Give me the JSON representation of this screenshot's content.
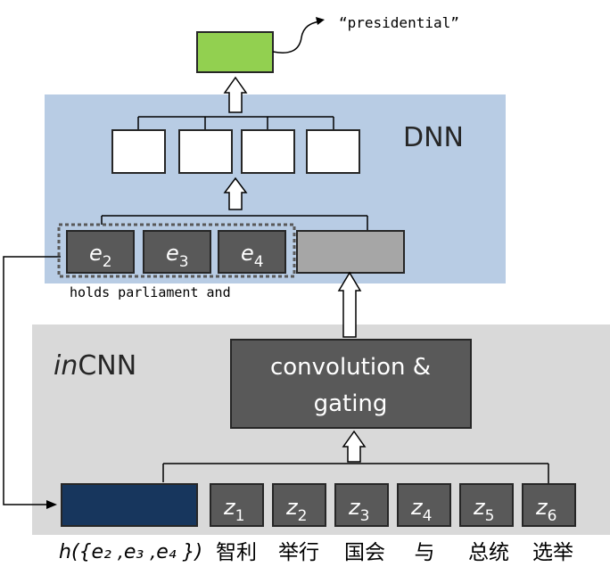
{
  "output": {
    "label": "“presidential”",
    "box_color": "#92d050"
  },
  "dnn": {
    "title": "DNN",
    "panel_color": "#b8cce4",
    "hidden_units": 4
  },
  "phrase": {
    "embeddings": [
      {
        "symbol": "e",
        "sub": "2"
      },
      {
        "symbol": "e",
        "sub": "3"
      },
      {
        "symbol": "e",
        "sub": "4"
      }
    ],
    "text": "holds parliament and"
  },
  "incnn": {
    "title_italic": "in",
    "title_rest": "CNN",
    "panel_color": "#d9d9d9",
    "conv_line1": "convolution &",
    "conv_line2": "gating"
  },
  "source": {
    "summary_label": "h({e₂ ,e₃ ,e₄ })",
    "summary_color": "#17365d",
    "words": [
      {
        "symbol": "z",
        "sub": "1",
        "zh": "智利"
      },
      {
        "symbol": "z",
        "sub": "2",
        "zh": "举行"
      },
      {
        "symbol": "z",
        "sub": "3",
        "zh": "国会"
      },
      {
        "symbol": "z",
        "sub": "4",
        "zh": "与"
      },
      {
        "symbol": "z",
        "sub": "5",
        "zh": "总统"
      },
      {
        "symbol": "z",
        "sub": "6",
        "zh": "选举"
      }
    ]
  },
  "colors": {
    "dark_box": "#595959",
    "gray_box": "#a6a6a6",
    "stroke": "#262626"
  }
}
